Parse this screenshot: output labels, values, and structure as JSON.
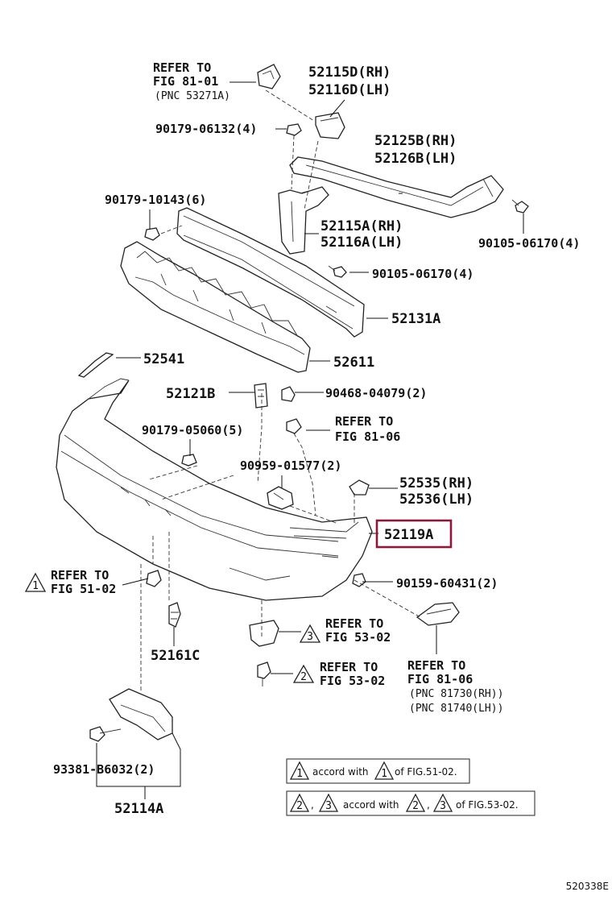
{
  "diagram": {
    "refer_to": "REFER TO",
    "fig_81_01": "FIG 81-01",
    "pnc_53271a": "(PNC 53271A)",
    "p_52115d": "52115D(RH)",
    "p_52116d": "52116D(LH)",
    "p_90179_06132": "90179-06132(4)",
    "p_52125b": "52125B(RH)",
    "p_52126b": "52126B(LH)",
    "p_90179_10143": "90179-10143(6)",
    "p_52115a": "52115A(RH)",
    "p_52116a": "52116A(LH)",
    "p_90105_06170_right": "90105-06170(4)",
    "p_90105_06170_mid": "90105-06170(4)",
    "p_52131a": "52131A",
    "p_52541": "52541",
    "p_52611": "52611",
    "p_52121b": "52121B",
    "p_90468_04079": "90468-04079(2)",
    "p_90179_05060": "90179-05060(5)",
    "fig_81_06": "FIG 81-06",
    "p_90959_01577": "90959-01577(2)",
    "p_52535": "52535(RH)",
    "p_52536": "52536(LH)",
    "p_52119a": "52119A",
    "fig_51_02": "FIG 51-02",
    "p_90159_60431": "90159-60431(2)",
    "fig_53_02": "FIG 53-02",
    "p_52161c": "52161C",
    "pnc_81730": "(PNC 81730(RH))",
    "pnc_81740": "(PNC 81740(LH))",
    "p_93381_b6032": "93381-B6032(2)",
    "p_52114a": "52114A",
    "legend_1_text": "accord with",
    "legend_1_ref": "of FIG.51-02.",
    "legend_2_sep": ",",
    "legend_2_text": "accord with",
    "legend_2_ref": "of FIG.53-02.",
    "num_1": "1",
    "num_2": "2",
    "num_3": "3",
    "diagram_id": "520338E",
    "highlight_color": "#8b1a3a"
  }
}
